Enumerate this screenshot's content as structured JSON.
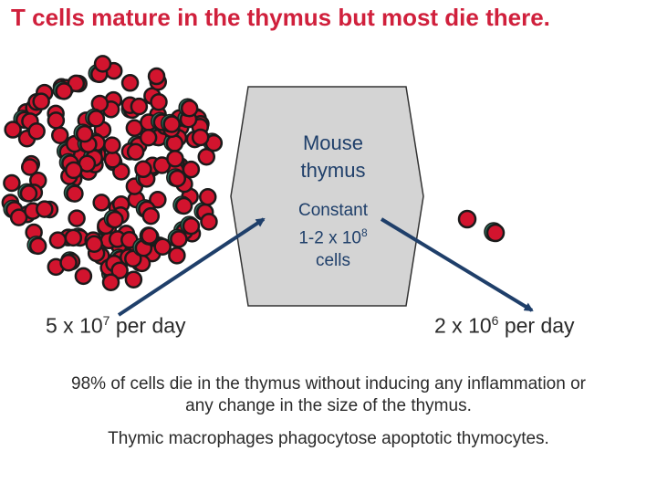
{
  "title": "T cells mature in the thymus but most die there.",
  "box": {
    "name_line1": "Mouse",
    "name_line2": "thymus",
    "count_line1": "Constant",
    "count_line2_prefix": "1-2 x 10",
    "count_line2_exp": "8",
    "count_line3": "cells"
  },
  "input_rate": {
    "prefix": "5 x 10",
    "exp": "7",
    "suffix": " per day"
  },
  "output_rate": {
    "prefix": "2 x 10",
    "exp": "6",
    "suffix": " per day"
  },
  "notes": {
    "line1": "98% of cells die in the thymus without inducing any inflammation or",
    "line2": "any change in the size of the thymus.",
    "line3": "Thymic macrophages phagocytose apoptotic thymocytes."
  },
  "colors": {
    "title": "#d0203c",
    "cell_fill": "#d2142e",
    "cell_outline": "#1b1b1b",
    "cell_halo": "#2d7a62",
    "thymus_fill": "#d4d4d4",
    "arrow": "#1f3f6a"
  }
}
